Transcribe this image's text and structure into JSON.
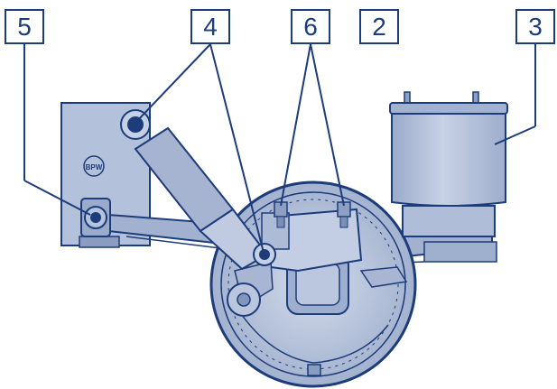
{
  "callouts": {
    "part_5": "5",
    "part_4": "4",
    "part_6": "6",
    "part_2": "2",
    "part_3": "3"
  },
  "colors": {
    "outline": "#1c3c7a",
    "fill_light": "#bcc8de",
    "fill_mid": "#a6b4d2",
    "fill_dark": "#8497bd",
    "background": "#ffffff"
  },
  "logo": {
    "text": "BPW"
  }
}
